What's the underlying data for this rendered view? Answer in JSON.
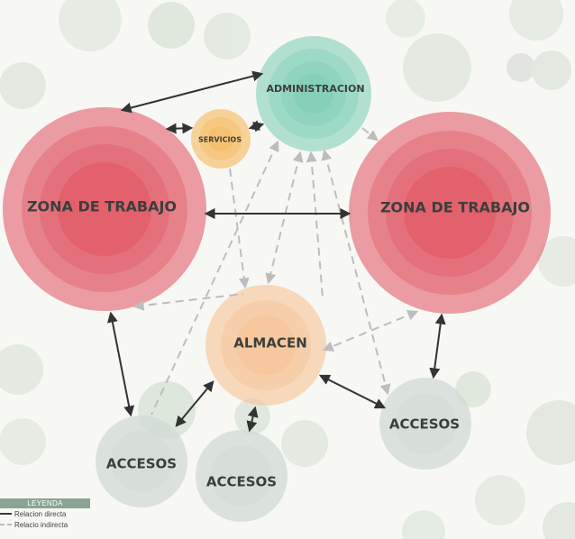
{
  "nodes": {
    "administracion": {
      "label": "ADMINISTRACION",
      "color": "#79ccb4"
    },
    "servicios": {
      "label": "SERVICIOS",
      "color": "#f6b95a"
    },
    "zona_trabajo_left": {
      "label": "ZONA DE TRABAJO",
      "color": "#e0505e"
    },
    "zona_trabajo_right": {
      "label": "ZONA DE TRABAJO",
      "color": "#e0505e"
    },
    "almacen": {
      "label": "ALMACEN",
      "color": "#f7bd8d"
    },
    "accesos_left": {
      "label": "ACCESOS",
      "color": "#d2d9d5"
    },
    "accesos_bottom": {
      "label": "ACCESOS",
      "color": "#d2d9d5"
    },
    "accesos_right": {
      "label": "ACCESOS",
      "color": "#d2d9d5"
    }
  },
  "legend": {
    "title": "LEYENDA",
    "direct": "Relacion directa",
    "indirect": "Relacio indirecta",
    "direct_color": "#3a3a3a",
    "indirect_color": "#bbbbbb"
  }
}
